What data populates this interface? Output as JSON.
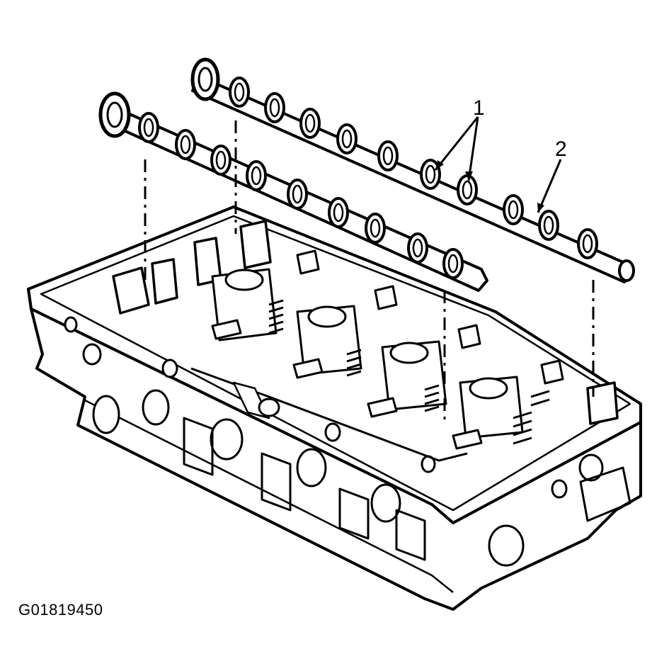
{
  "callouts": {
    "one": "1",
    "two": "2"
  },
  "figure_id": "G01819450",
  "colors": {
    "ink": "#000000",
    "paper": "#ffffff"
  }
}
